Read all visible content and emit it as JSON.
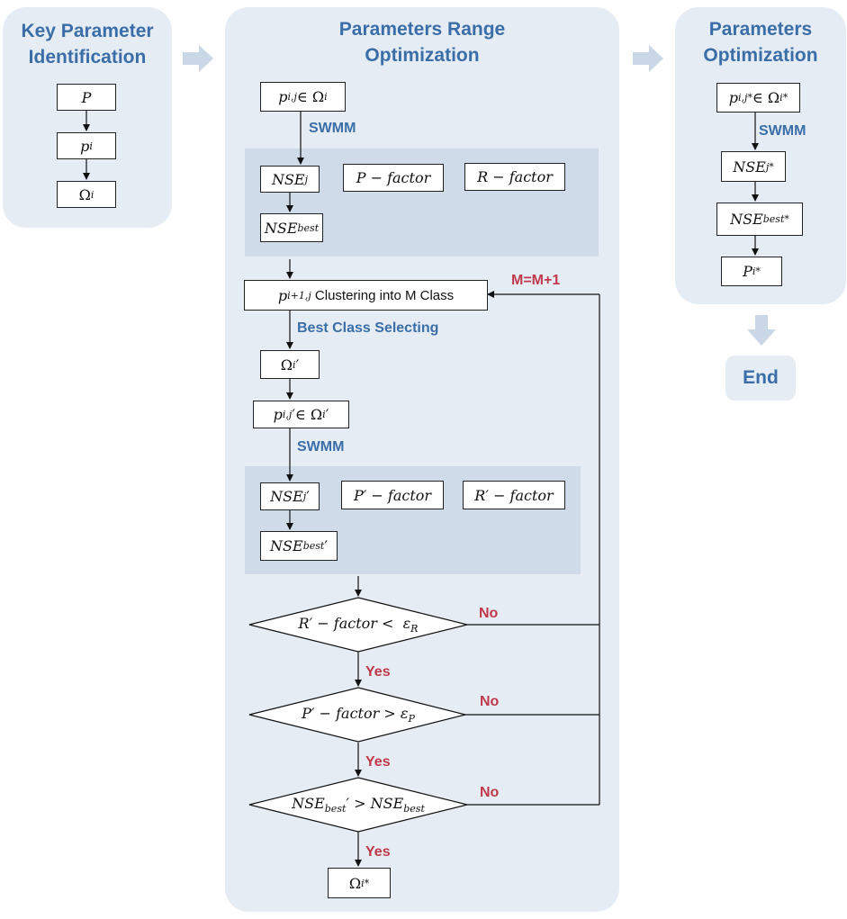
{
  "panels": {
    "key": {
      "title_line1": "Key Parameter",
      "title_line2": "Identification"
    },
    "range": {
      "title_line1": "Parameters Range",
      "title_line2": "Optimization"
    },
    "opt": {
      "title_line1": "Parameters",
      "title_line2": "Optimization"
    }
  },
  "key_boxes": {
    "p": "P",
    "pi_base": "p",
    "pi_sub": "i",
    "omega_base": "Ω",
    "omega_sub": "i"
  },
  "range_boxes": {
    "pij_base": "p",
    "pij_sub": "i,j",
    "pij_rest": " ∈ Ω",
    "pij_rest_sub": "i",
    "nse_base": "NSE",
    "nse_sub": "j",
    "pfactor": "P − factor",
    "rfactor": "R − factor",
    "nsebest_base": "NSE",
    "nsebest_sub": "best",
    "cluster_base": "p",
    "cluster_sub": "i+1,j",
    "cluster_rest": " Clustering into M Class",
    "omegap_base": "Ω",
    "omegap_sub": "i",
    "omegap_prime": "′",
    "pijp_base": "p",
    "pijp_sub": "i,j",
    "pijp_prime": "′",
    "pijp_rest": " ∈ Ω",
    "pijp_rest_sub": "i",
    "pijp_rest_prime": "′",
    "nsep_base": "NSE",
    "nsep_sub": "j",
    "nsep_prime": "′",
    "pfactorp": "P′ − factor",
    "rfactorp": "R′ − factor",
    "nsebestp_base": "NSE",
    "nsebestp_sub": "best",
    "nsebestp_prime": "′",
    "omegastar_base": "Ω",
    "omegastar_sub": "i",
    "omegastar_sup": "*"
  },
  "decisions": {
    "d1_text": "R′ − factor <  ε",
    "d1_sub": "R",
    "d2_text": "P′ − factor > ε",
    "d2_sub": "P",
    "d3_a": "NSE",
    "d3_a_sub": "best",
    "d3_a_prime": "′",
    "d3_mid": " > NSE",
    "d3_b_sub": "best"
  },
  "opt_boxes": {
    "pijs_base": "p",
    "pijs_sub": "i,j",
    "pijs_sup": " *",
    "pijs_rest": " ∈ Ω",
    "pijs_rest_sub": "i",
    "pijs_rest_sup": "*",
    "nses_base": "NSE",
    "nses_sub": "j",
    "nses_sup": "*",
    "nsebests_base": "NSE",
    "nsebests_sub": "best",
    "nsebests_sup": "*",
    "pis_base": "P",
    "pis_sub": "i",
    "pis_sup": "*"
  },
  "labels": {
    "swmm1": "SWMM",
    "best_class": "Best Class Selecting",
    "swmm2": "SWMM",
    "swmm3": "SWMM",
    "mm1": "M=M+1",
    "no1": "No",
    "no2": "No",
    "no3": "No",
    "yes1": "Yes",
    "yes2": "Yes",
    "yes3": "Yes",
    "end": "End"
  },
  "colors": {
    "panel": "#e6ecf3",
    "shade": "#cfdbe8",
    "title_blue": "#3a6ea8",
    "label_red": "#c0394b",
    "arrow": "#c9d7e7"
  }
}
